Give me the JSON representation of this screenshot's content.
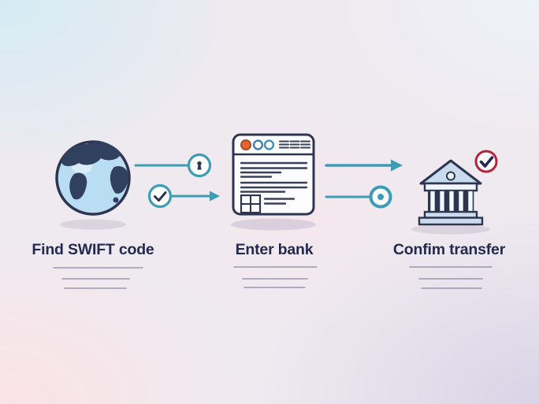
{
  "figure": {
    "kind": "three-step process illustration",
    "placeholder_lines_per_step": 3
  },
  "steps": [
    {
      "label": "Find SWIFT code",
      "icon": "globe-icon"
    },
    {
      "label": "Enter bank",
      "icon": "browser-window-icon"
    },
    {
      "label": "Confim transfer",
      "icon": "bank-building-icon"
    }
  ],
  "connectors": [
    {
      "from": "step-1",
      "to": "step-2",
      "badges": [
        "keyhole-circle-badge",
        "check-circle-badge"
      ]
    },
    {
      "from": "step-2",
      "to": "step-3",
      "badges": [
        "arrowhead",
        "dot-circle-badge"
      ]
    }
  ],
  "confirm_badge": {
    "icon": "check-icon",
    "ring_color": "#B3243D"
  },
  "colors": {
    "accent": "#3E9DB4",
    "outline": "#2D3550",
    "text": "#232A4E",
    "badge-red": "#B3243D",
    "orange-dot": "#E2662F",
    "globe-ocean": "#B9DEF4",
    "bank-fill": "#C9DBEC",
    "underline": "#8D89A2"
  }
}
